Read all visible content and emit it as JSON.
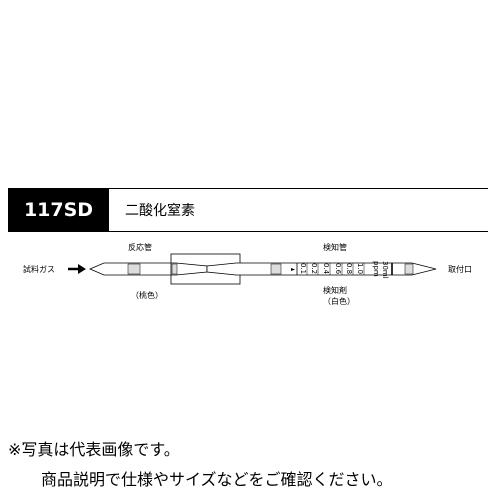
{
  "header": {
    "code": "117SD",
    "gas_name": "二酸化窒素"
  },
  "diagram": {
    "inlet_label": "試料ガス",
    "outlet_label": "取付口",
    "reaction_tube_label": "反応管",
    "reaction_color_label": "（桃色）",
    "detector_tube_label": "検知管",
    "detector_agent_label": "検知剤",
    "detector_color_label": "（白色）",
    "scale_values": [
      "0.1",
      "0.2",
      "0.4",
      "0.6",
      "0.8",
      "1.0"
    ],
    "unit": "ppm",
    "max_mark": "30ml"
  },
  "footer": {
    "line1": "※写真は代表画像です。",
    "line2": "商品説明で仕様やサイズなどをご確認ください。"
  }
}
